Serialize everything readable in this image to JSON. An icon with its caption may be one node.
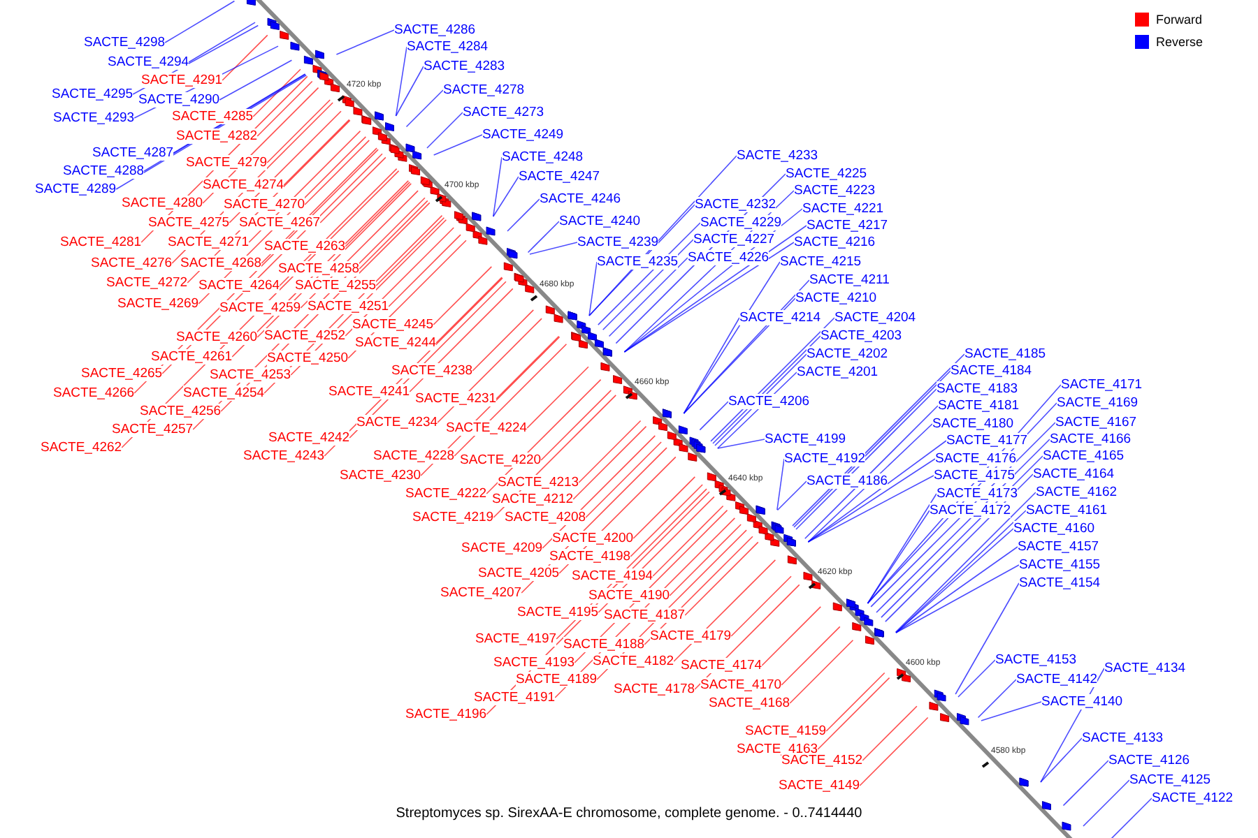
{
  "diagram": {
    "caption": "Streptomyces sp. SirexAA-E chromosome, complete genome. - 0..7414440",
    "nodes": [
      {
        "text": [
          "SACTE_4298"
        ]
      },
      {
        "text": [
          "SACTE_4294"
        ]
      },
      {
        "text": [
          "SACTE_4291"
        ]
      },
      {
        "text": [
          "SACTE_4295"
        ]
      },
      {
        "text": [
          "SACTE_4290"
        ]
      },
      {
        "text": [
          "SACTE_4293"
        ]
      },
      {
        "text": [
          "SACTE_4285"
        ]
      },
      {
        "text": [
          "SACTE_4282"
        ]
      },
      {
        "text": [
          "SACTE_4287"
        ]
      },
      {
        "text": [
          "SACTE_4279"
        ]
      },
      {
        "text": [
          "SACTE_4288"
        ]
      },
      {
        "text": [
          "SACTE_4274"
        ]
      },
      {
        "text": [
          "SACTE_4289"
        ]
      },
      {
        "text": [
          "SACTE_4280"
        ]
      },
      {
        "text": [
          "SACTE_4270"
        ]
      },
      {
        "text": [
          "SACTE_4275"
        ]
      },
      {
        "text": [
          "SACTE_4267"
        ]
      },
      {
        "text": [
          "SACTE_4281"
        ]
      },
      {
        "text": [
          "SACTE_4271"
        ]
      },
      {
        "text": [
          "SACTE_4263"
        ]
      },
      {
        "text": [
          "SACTE_4276"
        ]
      },
      {
        "text": [
          "SACTE_4268"
        ]
      },
      {
        "text": [
          "SACTE_4258"
        ]
      },
      {
        "text": [
          "SACTE_4272"
        ]
      },
      {
        "text": [
          "SACTE_4264"
        ]
      },
      {
        "text": [
          "SACTE_4255"
        ]
      },
      {
        "text": [
          "SACTE_4269"
        ]
      },
      {
        "text": [
          "SACTE_4259"
        ]
      },
      {
        "text": [
          "SACTE_4251"
        ]
      },
      {
        "text": [
          "SACTE_4245"
        ]
      },
      {
        "text": [
          "SACTE_4260"
        ]
      },
      {
        "text": [
          "SACTE_4252"
        ]
      },
      {
        "text": [
          "SACTE_4244"
        ]
      },
      {
        "text": [
          "SACTE_4261"
        ]
      },
      {
        "text": [
          "SACTE_4250"
        ]
      },
      {
        "text": [
          "SACTE_4238"
        ]
      },
      {
        "text": [
          "SACTE_4265"
        ]
      },
      {
        "text": [
          "SACTE_4253"
        ]
      },
      {
        "text": [
          "SACTE_4241"
        ]
      },
      {
        "text": [
          "SACTE_4266"
        ]
      },
      {
        "text": [
          "SACTE_4254"
        ]
      },
      {
        "text": [
          "SACTE_4231"
        ]
      },
      {
        "text": [
          "SACTE_4256"
        ]
      },
      {
        "text": [
          "SACTE_4257"
        ]
      },
      {
        "text": [
          "SACTE_4234"
        ]
      },
      {
        "text": [
          "SACTE_4224"
        ]
      },
      {
        "text": [
          "SACTE_4242"
        ]
      },
      {
        "text": [
          "SACTE_4262"
        ]
      },
      {
        "text": [
          "SACTE_4243"
        ]
      },
      {
        "text": [
          "SACTE_4228"
        ]
      },
      {
        "text": [
          "SACTE_4220"
        ]
      },
      {
        "text": [
          "SACTE_4230"
        ]
      },
      {
        "text": [
          "SACTE_4213"
        ]
      },
      {
        "text": [
          "SACTE_4222"
        ]
      },
      {
        "text": [
          "SACTE_4212"
        ]
      },
      {
        "text": [
          "SACTE_4219"
        ]
      },
      {
        "text": [
          "SACTE_4208"
        ]
      },
      {
        "text": [
          "SACTE_4200"
        ]
      },
      {
        "text": [
          "SACTE_4209"
        ]
      },
      {
        "text": [
          "SACTE_4198"
        ]
      },
      {
        "text": [
          "SACTE_4205"
        ]
      },
      {
        "text": [
          "SACTE_4194"
        ]
      },
      {
        "text": [
          "SACTE_4207"
        ]
      },
      {
        "text": [
          "SACTE_4190"
        ]
      },
      {
        "text": [
          "SACTE_4195"
        ]
      },
      {
        "text": [
          "SACTE_4187"
        ]
      },
      {
        "text": [
          "SACTE_4179"
        ]
      },
      {
        "text": [
          "SACTE_4197"
        ]
      },
      {
        "text": [
          "SACTE_4188"
        ]
      },
      {
        "text": [
          "SACTE_4182"
        ]
      },
      {
        "text": [
          "SACTE_4193"
        ]
      },
      {
        "text": [
          "SACTE_4174"
        ]
      },
      {
        "text": [
          "SACTE_4189"
        ]
      },
      {
        "text": [
          "SACTE_4178"
        ]
      },
      {
        "text": [
          "SACTE_4170"
        ]
      },
      {
        "text": [
          "SACTE_4191"
        ]
      },
      {
        "text": [
          "SACTE_4168"
        ]
      },
      {
        "text": [
          "SACTE_4196"
        ]
      },
      {
        "text": [
          "SACTE_4159"
        ]
      },
      {
        "text": [
          "SACTE_4163"
        ]
      },
      {
        "text": [
          "SACTE_4152"
        ]
      },
      {
        "text": [
          "SACTE_4149"
        ]
      },
      {
        "text": [
          "SACTE_4286"
        ]
      },
      {
        "text": [
          "SACTE_4284"
        ]
      },
      {
        "text": [
          "SACTE_4283"
        ]
      },
      {
        "text": [
          "SACTE_4278"
        ]
      },
      {
        "text": [
          "SACTE_4273"
        ]
      },
      {
        "text": [
          "SACTE_4249"
        ]
      },
      {
        "text": [
          "SACTE_4248"
        ]
      },
      {
        "text": [
          "SACTE_4247"
        ]
      },
      {
        "text": [
          "SACTE_4246"
        ]
      },
      {
        "text": [
          "SACTE_4240"
        ]
      },
      {
        "text": [
          "SACTE_4239"
        ]
      },
      {
        "text": [
          "SACTE_4235"
        ]
      },
      {
        "text": [
          "SACTE_4233"
        ]
      },
      {
        "text": [
          "SACTE_4225"
        ]
      },
      {
        "text": [
          "SACTE_4223"
        ]
      },
      {
        "text": [
          "SACTE_4232"
        ]
      },
      {
        "text": [
          "SACTE_4221"
        ]
      },
      {
        "text": [
          "SACTE_4229"
        ]
      },
      {
        "text": [
          "SACTE_4217"
        ]
      },
      {
        "text": [
          "SACTE_4227"
        ]
      },
      {
        "text": [
          "SACTE_4216"
        ]
      },
      {
        "text": [
          "SACTE_4226"
        ]
      },
      {
        "text": [
          "SACTE_4215"
        ]
      },
      {
        "text": [
          "SACTE_4211"
        ]
      },
      {
        "text": [
          "SACTE_4210"
        ]
      },
      {
        "text": [
          "SACTE_4214"
        ]
      },
      {
        "text": [
          "SACTE_4204"
        ]
      },
      {
        "text": [
          "SACTE_4203"
        ]
      },
      {
        "text": [
          "SACTE_4202"
        ]
      },
      {
        "text": [
          "SACTE_4201"
        ]
      },
      {
        "text": [
          "SACTE_4206"
        ]
      },
      {
        "text": [
          "SACTE_4185"
        ]
      },
      {
        "text": [
          "SACTE_4184"
        ]
      },
      {
        "text": [
          "SACTE_4171"
        ]
      },
      {
        "text": [
          "SACTE_4183"
        ]
      },
      {
        "text": [
          "SACTE_4169"
        ]
      },
      {
        "text": [
          "SACTE_4181"
        ]
      },
      {
        "text": [
          "SACTE_4167"
        ]
      },
      {
        "text": [
          "SACTE_4180"
        ]
      },
      {
        "text": [
          "SACTE_4166"
        ]
      },
      {
        "text": [
          "SACTE_4199"
        ]
      },
      {
        "text": [
          "SACTE_4177"
        ]
      },
      {
        "text": [
          "SACTE_4165"
        ]
      },
      {
        "text": [
          "SACTE_4192"
        ]
      },
      {
        "text": [
          "SACTE_4176"
        ]
      },
      {
        "text": [
          "SACTE_4164"
        ]
      },
      {
        "text": [
          "SACTE_4175"
        ]
      },
      {
        "text": [
          "SACTE_4186"
        ]
      },
      {
        "text": [
          "SACTE_4162"
        ]
      },
      {
        "text": [
          "SACTE_4173"
        ]
      },
      {
        "text": [
          "SACTE_4161"
        ]
      },
      {
        "text": [
          "SACTE_4172"
        ]
      },
      {
        "text": [
          "SACTE_4160"
        ]
      },
      {
        "text": [
          "SACTE_4157"
        ]
      },
      {
        "text": [
          "SACTE_4155"
        ]
      },
      {
        "text": [
          "SACTE_4154"
        ]
      },
      {
        "text": [
          "SACTE_4153"
        ]
      },
      {
        "text": [
          "SACTE_4134"
        ]
      },
      {
        "text": [
          "SACTE_4142"
        ]
      },
      {
        "text": [
          "SACTE_4140"
        ]
      },
      {
        "text": [
          "SACTE_4133"
        ]
      },
      {
        "text": [
          "SACTE_4126"
        ]
      },
      {
        "text": [
          "SACTE_4125"
        ]
      },
      {
        "text": [
          "SACTE_4122"
        ]
      }
    ],
    "edges": [
      {
        "from": 0,
        "to": null,
        "arrow": "none",
        "color": "#0000ff"
      },
      {
        "from": 1,
        "to": null,
        "arrow": "none",
        "color": "#0000ff"
      },
      {
        "from": 2,
        "to": null,
        "arrow": "none"
      },
      {
        "from": 3,
        "to": null,
        "arrow": "none",
        "color": "#0000ff"
      },
      {
        "from": 4,
        "to": null,
        "arrow": "none",
        "color": "#0000ff"
      },
      {
        "from": 5,
        "to": null,
        "arrow": "none",
        "color": "#0000ff"
      },
      {
        "from": 6,
        "to": null,
        "arrow": "none"
      },
      {
        "from": 7,
        "to": null,
        "arrow": "none"
      },
      {
        "from": 8,
        "to": null,
        "arrow": "none",
        "color": "#0000ff"
      },
      {
        "from": 9,
        "to": null,
        "arrow": "none"
      },
      {
        "from": 10,
        "to": null,
        "arrow": "none",
        "color": "#0000ff"
      },
      {
        "from": 11,
        "to": null,
        "arrow": "none"
      },
      {
        "from": 12,
        "to": null,
        "arrow": "none",
        "color": "#0000ff"
      },
      {
        "from": 13,
        "to": null,
        "arrow": "none"
      },
      {
        "from": 14,
        "to": null,
        "arrow": "none"
      },
      {
        "from": 15,
        "to": null,
        "arrow": "none"
      },
      {
        "from": 16,
        "to": null,
        "arrow": "none"
      },
      {
        "from": 17,
        "to": null,
        "arrow": "none"
      },
      {
        "from": 18,
        "to": null,
        "arrow": "none"
      },
      {
        "from": 19,
        "to": null,
        "arrow": "none"
      },
      {
        "from": 20,
        "to": null,
        "arrow": "none"
      },
      {
        "from": 21,
        "to": null,
        "arrow": "none"
      },
      {
        "from": 22,
        "to": null,
        "arrow": "none"
      },
      {
        "from": 23,
        "to": null,
        "arrow": "none"
      },
      {
        "from": 24,
        "to": null,
        "arrow": "none"
      },
      {
        "from": 25,
        "to": null,
        "arrow": "none"
      },
      {
        "from": 26,
        "to": null,
        "arrow": "none"
      },
      {
        "from": 27,
        "to": null,
        "arrow": "none"
      },
      {
        "from": 28,
        "to": null,
        "arrow": "none"
      },
      {
        "from": 29,
        "to": null,
        "arrow": "none"
      },
      {
        "from": 30,
        "to": null,
        "arrow": "none"
      },
      {
        "from": 31,
        "to": null,
        "arrow": "none"
      },
      {
        "from": 32,
        "to": null,
        "arrow": "none"
      },
      {
        "from": 33,
        "to": null,
        "arrow": "none"
      },
      {
        "from": 34,
        "to": null,
        "arrow": "none"
      },
      {
        "from": 35,
        "to": null,
        "arrow": "none"
      },
      {
        "from": 36,
        "to": null,
        "arrow": "none"
      },
      {
        "from": 37,
        "to": null,
        "arrow": "none"
      },
      {
        "from": 38,
        "to": null,
        "arrow": "none"
      },
      {
        "from": 39,
        "to": null,
        "arrow": "none"
      },
      {
        "from": 40,
        "to": null,
        "arrow": "none"
      },
      {
        "from": 41,
        "to": null,
        "arrow": "none"
      },
      {
        "from": 42,
        "to": null,
        "arrow": "none"
      },
      {
        "from": 43,
        "to": null,
        "arrow": "none"
      },
      {
        "from": 44,
        "to": null,
        "arrow": "none"
      },
      {
        "from": 45,
        "to": null,
        "arrow": "none"
      },
      {
        "from": 46,
        "to": null,
        "arrow": "none"
      },
      {
        "from": 47,
        "to": null,
        "arrow": "none"
      },
      {
        "from": 48,
        "to": null,
        "arrow": "none"
      },
      {
        "from": 49,
        "to": null,
        "arrow": "none"
      },
      {
        "from": 50,
        "to": null,
        "arrow": "none"
      },
      {
        "from": 51,
        "to": null,
        "arrow": "none"
      },
      {
        "from": 52,
        "to": null,
        "arrow": "none"
      },
      {
        "from": 53,
        "to": null,
        "arrow": "none"
      },
      {
        "from": 54,
        "to": null,
        "arrow": "none"
      },
      {
        "from": 55,
        "to": null,
        "arrow": "none"
      },
      {
        "from": 56,
        "to": null,
        "arrow": "none"
      },
      {
        "from": 57,
        "to": null,
        "arrow": "none"
      },
      {
        "from": 58,
        "to": null,
        "arrow": "none"
      },
      {
        "from": 59,
        "to": null,
        "arrow": "none"
      },
      {
        "from": 60,
        "to": null,
        "arrow": "none"
      },
      {
        "from": 61,
        "to": null,
        "arrow": "none"
      },
      {
        "from": 62,
        "to": null,
        "arrow": "none"
      },
      {
        "from": 63,
        "to": null,
        "arrow": "none"
      },
      {
        "from": 64,
        "to": null,
        "arrow": "none"
      },
      {
        "from": 65,
        "to": null,
        "arrow": "none"
      },
      {
        "from": 66,
        "to": null,
        "arrow": "none"
      },
      {
        "from": 67,
        "to": null,
        "arrow": "none"
      },
      {
        "from": 68,
        "to": null,
        "arrow": "none"
      },
      {
        "from": 69,
        "to": null,
        "arrow": "none"
      },
      {
        "from": 70,
        "to": null,
        "arrow": "none"
      },
      {
        "from": 71,
        "to": null,
        "arrow": "none"
      },
      {
        "from": 72,
        "to": null,
        "arrow": "none"
      },
      {
        "from": 73,
        "to": null,
        "arrow": "none"
      },
      {
        "from": 74,
        "to": null,
        "arrow": "none"
      },
      {
        "from": 75,
        "to": null,
        "arrow": "none"
      },
      {
        "from": 76,
        "to": null,
        "arrow": "none"
      },
      {
        "from": 77,
        "to": null,
        "arrow": "none"
      },
      {
        "from": 78,
        "to": null,
        "arrow": "none"
      },
      {
        "from": 79,
        "to": null,
        "arrow": "none"
      },
      {
        "from": 80,
        "to": null,
        "arrow": "none"
      },
      {
        "from": 81,
        "to": null,
        "arrow": "none"
      },
      {
        "from": 82,
        "to": null,
        "arrow": "none",
        "color": "#0000ff"
      },
      {
        "from": 83,
        "to": null,
        "arrow": "none",
        "color": "#0000ff"
      },
      {
        "from": 84,
        "to": null,
        "arrow": "none",
        "color": "#0000ff"
      },
      {
        "from": 85,
        "to": null,
        "arrow": "none",
        "color": "#0000ff"
      },
      {
        "from": 86,
        "to": null,
        "arrow": "none",
        "color": "#0000ff"
      },
      {
        "from": 87,
        "to": null,
        "arrow": "none",
        "color": "#0000ff"
      },
      {
        "from": 88,
        "to": null,
        "arrow": "none",
        "color": "#0000ff"
      },
      {
        "from": 89,
        "to": null,
        "arrow": "none",
        "color": "#0000ff"
      },
      {
        "from": 90,
        "to": null,
        "arrow": "none",
        "color": "#0000ff"
      },
      {
        "from": 91,
        "to": null,
        "arrow": "none",
        "color": "#0000ff"
      },
      {
        "from": 92,
        "to": null,
        "arrow": "none",
        "color": "#0000ff"
      },
      {
        "from": 93,
        "to": null,
        "arrow": "none",
        "color": "#0000ff"
      },
      {
        "from": 94,
        "to": null,
        "arrow": "none",
        "color": "#0000ff"
      },
      {
        "from": 95,
        "to": null,
        "arrow": "none",
        "color": "#0000ff"
      },
      {
        "from": 96,
        "to": null,
        "arrow": "none",
        "color": "#0000ff"
      },
      {
        "from": 97,
        "to": null,
        "arrow": "none",
        "color": "#0000ff"
      },
      {
        "from": 98,
        "to": null,
        "arrow": "none",
        "color": "#0000ff"
      },
      {
        "from": 99,
        "to": null,
        "arrow": "none",
        "color": "#0000ff"
      },
      {
        "from": 100,
        "to": null,
        "arrow": "none",
        "color": "#0000ff"
      },
      {
        "from": 101,
        "to": null,
        "arrow": "none",
        "color": "#0000ff"
      },
      {
        "from": 102,
        "to": null,
        "arrow": "none",
        "color": "#0000ff"
      },
      {
        "from": 103,
        "to": null,
        "arrow": "none",
        "color": "#0000ff"
      },
      {
        "from": 104,
        "to": null,
        "arrow": "none",
        "color": "#0000ff"
      },
      {
        "from": 105,
        "to": null,
        "arrow": "none",
        "color": "#0000ff"
      },
      {
        "from": 106,
        "to": null,
        "arrow": "none",
        "color": "#0000ff"
      },
      {
        "from": 107,
        "to": null,
        "arrow": "none",
        "color": "#0000ff"
      },
      {
        "from": 108,
        "to": null,
        "arrow": "none",
        "color": "#0000ff"
      },
      {
        "from": 109,
        "to": null,
        "arrow": "none",
        "color": "#0000ff"
      },
      {
        "from": 110,
        "to": null,
        "arrow": "none",
        "color": "#0000ff"
      },
      {
        "from": 111,
        "to": null,
        "arrow": "none",
        "color": "#0000ff"
      },
      {
        "from": 112,
        "to": null,
        "arrow": "none",
        "color": "#0000ff"
      },
      {
        "from": 113,
        "to": null,
        "arrow": "none",
        "color": "#0000ff"
      },
      {
        "from": 114,
        "to": null,
        "arrow": "none",
        "color": "#0000ff"
      },
      {
        "from": 115,
        "to": null,
        "arrow": "none",
        "color": "#0000ff"
      },
      {
        "from": 116,
        "to": null,
        "arrow": "none",
        "color": "#0000ff"
      },
      {
        "from": 117,
        "to": null,
        "arrow": "none",
        "color": "#0000ff"
      },
      {
        "from": 118,
        "to": null,
        "arrow": "none",
        "color": "#0000ff"
      },
      {
        "from": 119,
        "to": null,
        "arrow": "none",
        "color": "#0000ff"
      },
      {
        "from": 120,
        "to": null,
        "arrow": "none",
        "color": "#0000ff"
      },
      {
        "from": 121,
        "to": null,
        "arrow": "none",
        "color": "#0000ff"
      },
      {
        "from": 122,
        "to": null,
        "arrow": "none",
        "color": "#0000ff"
      },
      {
        "from": 123,
        "to": null,
        "arrow": "none",
        "color": "#0000ff"
      },
      {
        "from": 124,
        "to": null,
        "arrow": "none",
        "color": "#0000ff"
      },
      {
        "from": 125,
        "to": null,
        "arrow": "none",
        "color": "#0000ff"
      },
      {
        "from": 126,
        "to": null,
        "arrow": "none",
        "color": "#0000ff"
      },
      {
        "from": 127,
        "to": null,
        "arrow": "none",
        "color": "#0000ff"
      },
      {
        "from": 128,
        "to": null,
        "arrow": "none",
        "color": "#0000ff"
      },
      {
        "from": 129,
        "to": null,
        "arrow": "none",
        "color": "#0000ff"
      },
      {
        "from": 130,
        "to": null,
        "arrow": "none",
        "color": "#0000ff"
      },
      {
        "from": 131,
        "to": null,
        "arrow": "none",
        "color": "#0000ff"
      },
      {
        "from": 132,
        "to": null,
        "arrow": "none",
        "color": "#0000ff"
      },
      {
        "from": 133,
        "to": null,
        "arrow": "none",
        "color": "#0000ff"
      },
      {
        "from": 134,
        "to": null,
        "arrow": "none",
        "color": "#0000ff"
      },
      {
        "from": 135,
        "to": null,
        "arrow": "none",
        "color": "#0000ff"
      },
      {
        "from": 136,
        "to": null,
        "arrow": "none",
        "color": "#0000ff"
      },
      {
        "from": 137,
        "to": null,
        "arrow": "none",
        "color": "#0000ff"
      },
      {
        "from": 138,
        "to": null,
        "arrow": "none",
        "color": "#0000ff"
      },
      {
        "from": 139,
        "to": null,
        "arrow": "none",
        "color": "#0000ff"
      },
      {
        "from": 140,
        "to": null,
        "arrow": "none",
        "color": "#0000ff"
      },
      {
        "from": 141,
        "to": null,
        "arrow": "none",
        "color": "#0000ff"
      },
      {
        "from": 142,
        "to": null,
        "arrow": "none",
        "color": "#0000ff"
      },
      {
        "from": 143,
        "to": null,
        "arrow": "none",
        "color": "#0000ff"
      },
      {
        "from": 144,
        "to": null,
        "arrow": "none",
        "color": "#0000ff"
      },
      {
        "from": 145,
        "to": null,
        "arrow": "none",
        "color": "#0000ff"
      }
    ],
    "labels": [
      "4720 kbp",
      "4700 kbp",
      "4680 kbp",
      "4660 kbp",
      "4640 kbp",
      "4620 kbp",
      "4600 kbp",
      "4580 kbp"
    ],
    "legend": [
      {
        "text": "Forward",
        "color": "#ff0000"
      },
      {
        "text": "Reverse",
        "color": "#0000ff"
      }
    ]
  }
}
